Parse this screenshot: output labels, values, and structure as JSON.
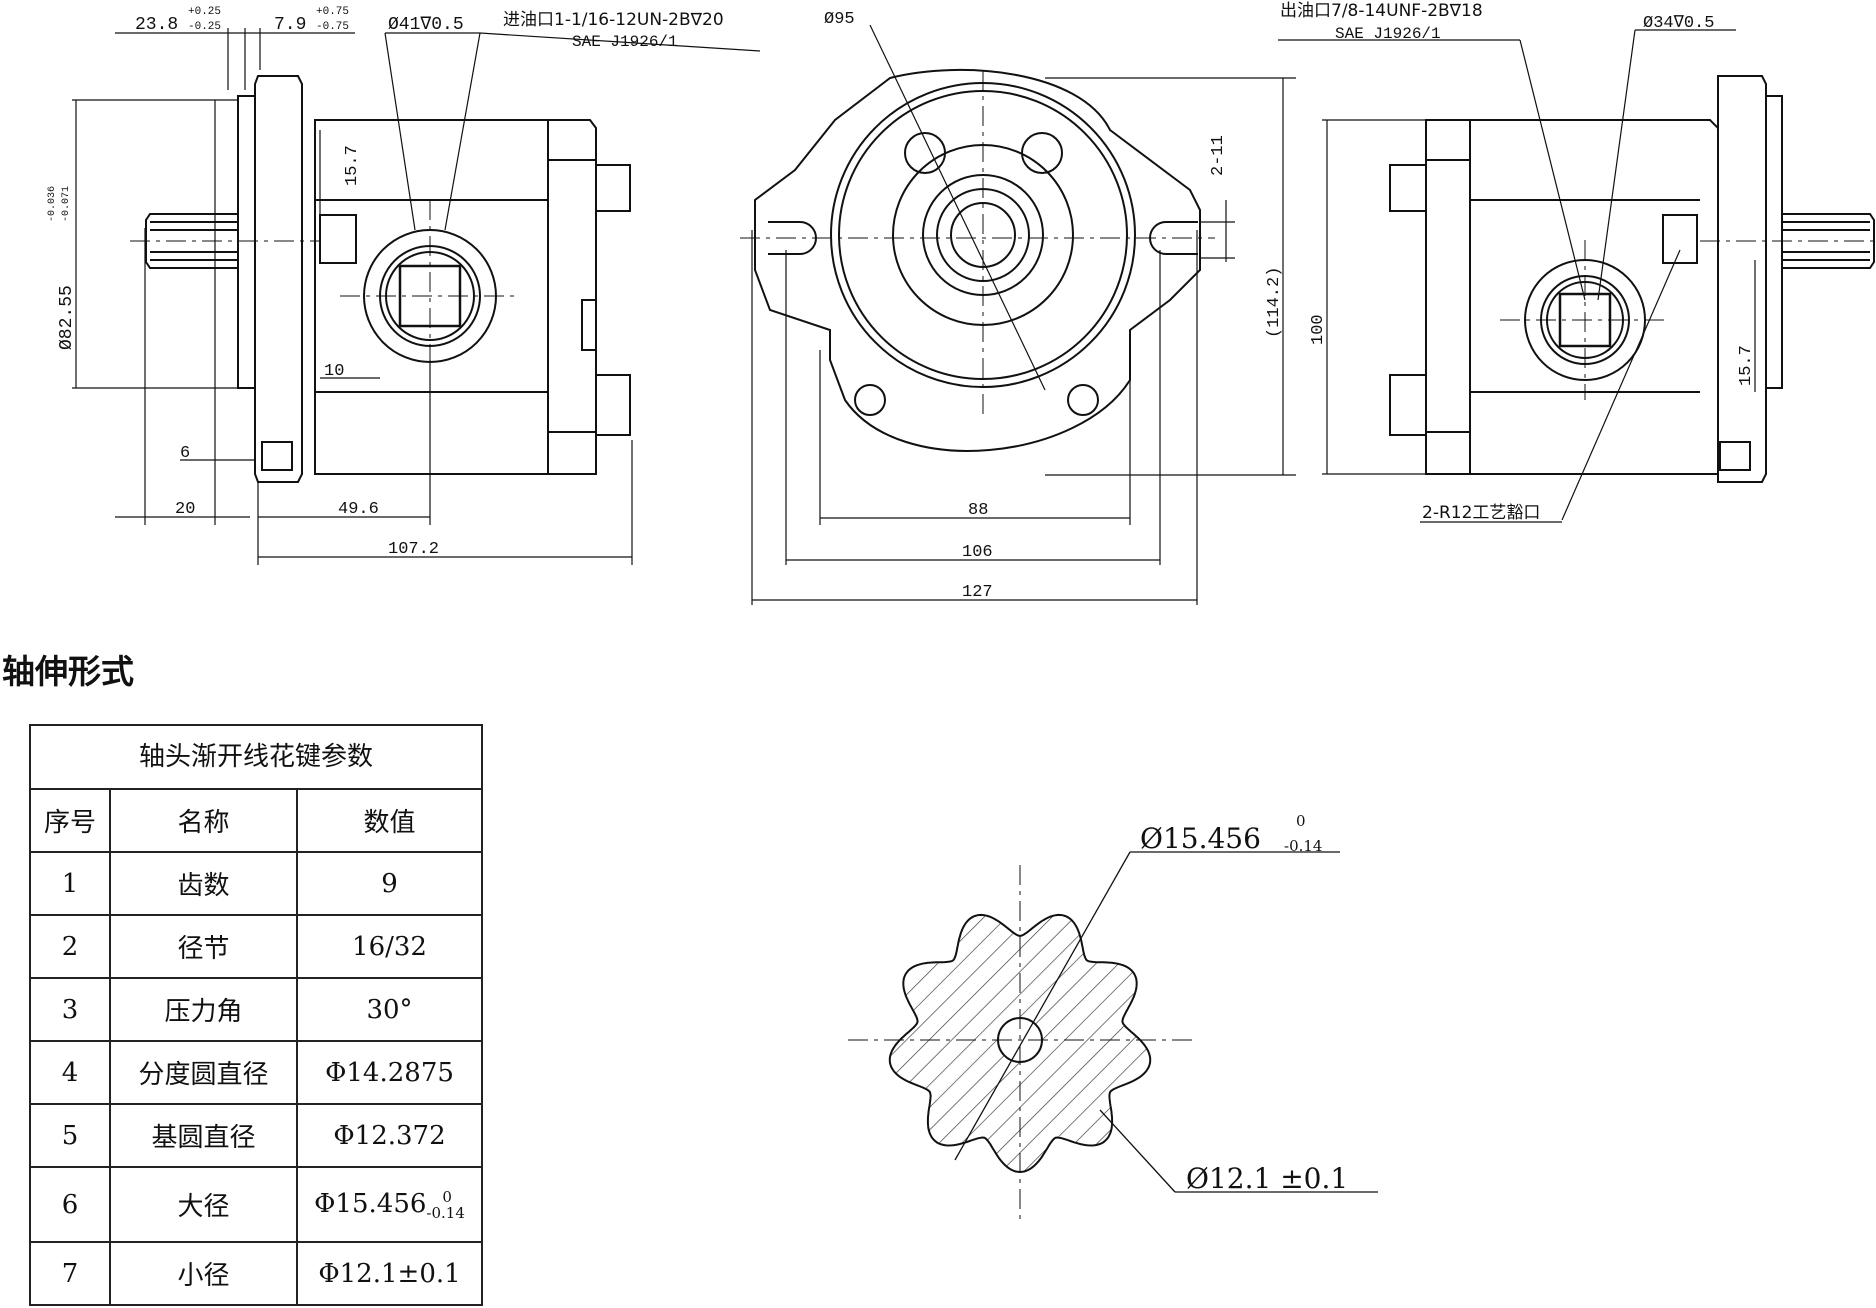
{
  "drawing": {
    "left_view": {
      "dim_23_8": "23.8",
      "tol_23_8_upper": "+0.25",
      "tol_23_8_lower": "-0.25",
      "dim_7_9": "7.9",
      "tol_7_9_upper": "+0.75",
      "tol_7_9_lower": "-0.75",
      "inlet_dia": "Ø41∇0.5",
      "inlet_label": "进油口1-1/16-12UN-2B∇20",
      "inlet_standard": "SAE J1926/1",
      "pilot_dia": "Ø82.55",
      "pilot_tol_upper": "-0.036",
      "pilot_tol_lower": "-0.071",
      "dim_15_7": "15.7",
      "dim_10": "10",
      "dim_6": "6",
      "dim_20": "20",
      "dim_49_6": "49.6",
      "dim_107_2": "107.2"
    },
    "front_view": {
      "dim_95": "Ø95",
      "dim_2_11": "2-11",
      "dim_114_2": "(114.2)",
      "dim_88": "88",
      "dim_106": "106",
      "dim_127": "127"
    },
    "right_view": {
      "outlet_label": "出油口7/8-14UNF-2B∇18",
      "outlet_standard": "SAE J1926/1",
      "outlet_dia": "Ø34∇0.5",
      "dim_100": "100",
      "dim_15_7": "15.7",
      "process_hole": "2-R12工艺豁口"
    },
    "spline_section": {
      "major_dia": "Ø15.456",
      "major_tol_upper": "0",
      "major_tol_lower": "-0.14",
      "minor_dia": "Ø12.1 ±0.1"
    }
  },
  "section_title": "轴伸形式",
  "spline_table": {
    "caption": "轴头渐开线花键参数",
    "headers": [
      "序号",
      "名称",
      "数值"
    ],
    "rows": [
      {
        "no": "1",
        "name": "齿数",
        "value": "9"
      },
      {
        "no": "2",
        "name": "径节",
        "value": "16/32"
      },
      {
        "no": "3",
        "name": "压力角",
        "value": "30°"
      },
      {
        "no": "4",
        "name": "分度圆直径",
        "value": "Φ14.2875"
      },
      {
        "no": "5",
        "name": "基圆直径",
        "value": "Φ12.372"
      },
      {
        "no": "6",
        "name": "大径",
        "value": "Φ15.456",
        "tol_upper": "0",
        "tol_lower": "-0.14"
      },
      {
        "no": "7",
        "name": "小径",
        "value": "Φ12.1±0.1"
      }
    ]
  }
}
